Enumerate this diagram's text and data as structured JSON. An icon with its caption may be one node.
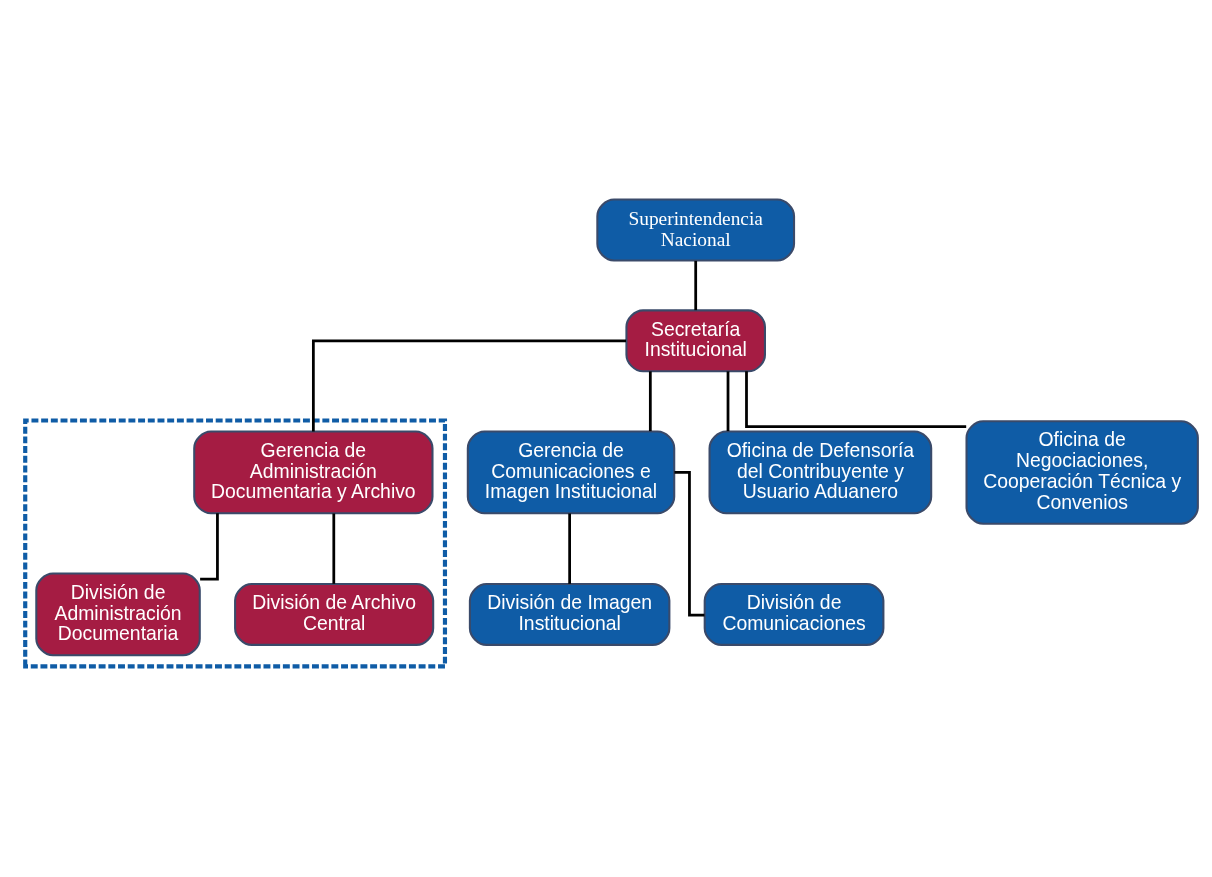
{
  "diagram": {
    "nodes": [
      {
        "text": [
          "Superintendencia Nacional"
        ]
      },
      {
        "text": [
          "Secretaría Institucional"
        ]
      },
      {
        "text": [
          "Gerencia de Comunicaciones e Imagen Institucional"
        ]
      },
      {
        "text": [],
        "shape": "arrow"
      },
      {
        "text": [
          "Gerencia de Administración Documentaria y Archivo"
        ],
        "in": 3
      },
      {
        "text": [
          "Oficina de Defensoría del Contribuyente y Usuario Aduanero"
        ]
      },
      {
        "text": [
          "Oficina de Negociaciones, Cooperación Técnica y Convenios"
        ]
      },
      {
        "text": [
          "División de Imagen Institucional"
        ]
      },
      {
        "text": [
          "División de Comunicaciones"
        ]
      },
      {
        "text": [
          "División de Administración Documentaria"
        ],
        "in": 3
      },
      {
        "text": [
          "División de Archivo Central"
        ],
        "in": 3
      }
    ],
    "edges": [
      {
        "from": 0,
        "to": 1,
        "arrow": "none"
      },
      {
        "from": 1,
        "to": 2,
        "arrow": "none"
      },
      {
        "from": 1,
        "to": 4,
        "arrow": "none"
      },
      {
        "from": 1,
        "to": 5,
        "arrow": "none"
      },
      {
        "from": 1,
        "to": 6,
        "arrow": "none"
      },
      {
        "from": 2,
        "to": 7,
        "arrow": "none"
      },
      {
        "from": 2,
        "to": 8,
        "arrow": "none"
      },
      {
        "from": 4,
        "to": 9,
        "arrow": "none"
      },
      {
        "from": 4,
        "to": 10,
        "arrow": "none"
      }
    ]
  }
}
